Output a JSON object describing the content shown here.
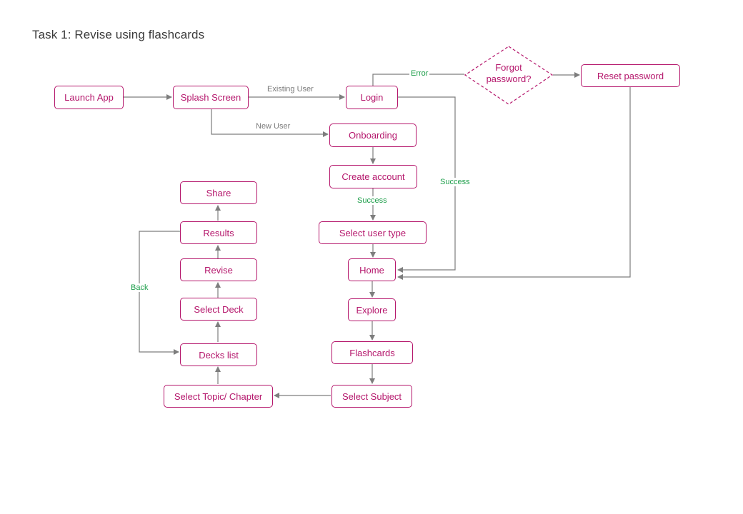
{
  "title": "Task 1: Revise using flashcards",
  "nodes": {
    "launch_app": "Launch App",
    "splash_screen": "Splash Screen",
    "login": "Login",
    "forgot_password_line1": "Forgot",
    "forgot_password_line2": "password?",
    "reset_password": "Reset password",
    "onboarding": "Onboarding",
    "create_account": "Create  account",
    "select_user_type": "Select user type",
    "home": "Home",
    "explore": "Explore",
    "flashcards": "Flashcards",
    "select_subject": "Select Subject",
    "select_topic_chapter": "Select Topic/ Chapter",
    "decks_list": "Decks list",
    "select_deck": "Select Deck",
    "revise": "Revise",
    "results": "Results",
    "share": "Share"
  },
  "edge_labels": {
    "existing_user": "Existing User",
    "new_user": "New User",
    "error": "Error",
    "success_login": "Success",
    "success_create": "Success",
    "back": "Back"
  },
  "colors": {
    "node_border": "#b5176c",
    "node_text": "#b5176c",
    "connector": "#7d7d7d",
    "success_label": "#1d9e4a",
    "title_text": "#3a3a3a"
  }
}
